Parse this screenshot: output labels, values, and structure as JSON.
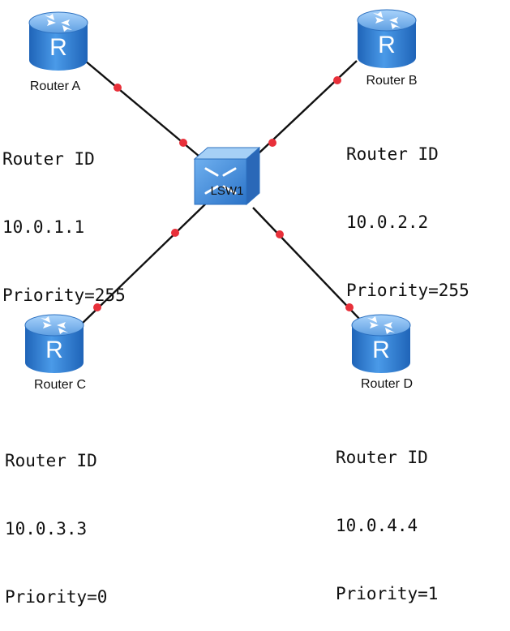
{
  "switch": {
    "label": "LSW1"
  },
  "routers": [
    {
      "id": "a",
      "label": "Router A",
      "router_id_label": "Router ID",
      "router_id": "10.0.1.1",
      "priority": "Priority=255"
    },
    {
      "id": "b",
      "label": "Router B",
      "router_id_label": "Router ID",
      "router_id": "10.0.2.2",
      "priority": "Priority=255"
    },
    {
      "id": "c",
      "label": "Router C",
      "router_id_label": "Router ID",
      "router_id": "10.0.3.3",
      "priority": "Priority=0"
    },
    {
      "id": "d",
      "label": "Router D",
      "router_id_label": "Router ID",
      "router_id": "10.0.4.4",
      "priority": "Priority=1"
    }
  ],
  "colors": {
    "router_body": "#2f7fd6",
    "router_top": "#7fb8f0",
    "link": "#111111",
    "port_dot": "#e8303a"
  },
  "icons": {
    "router": "router-icon",
    "switch": "switch-icon"
  }
}
